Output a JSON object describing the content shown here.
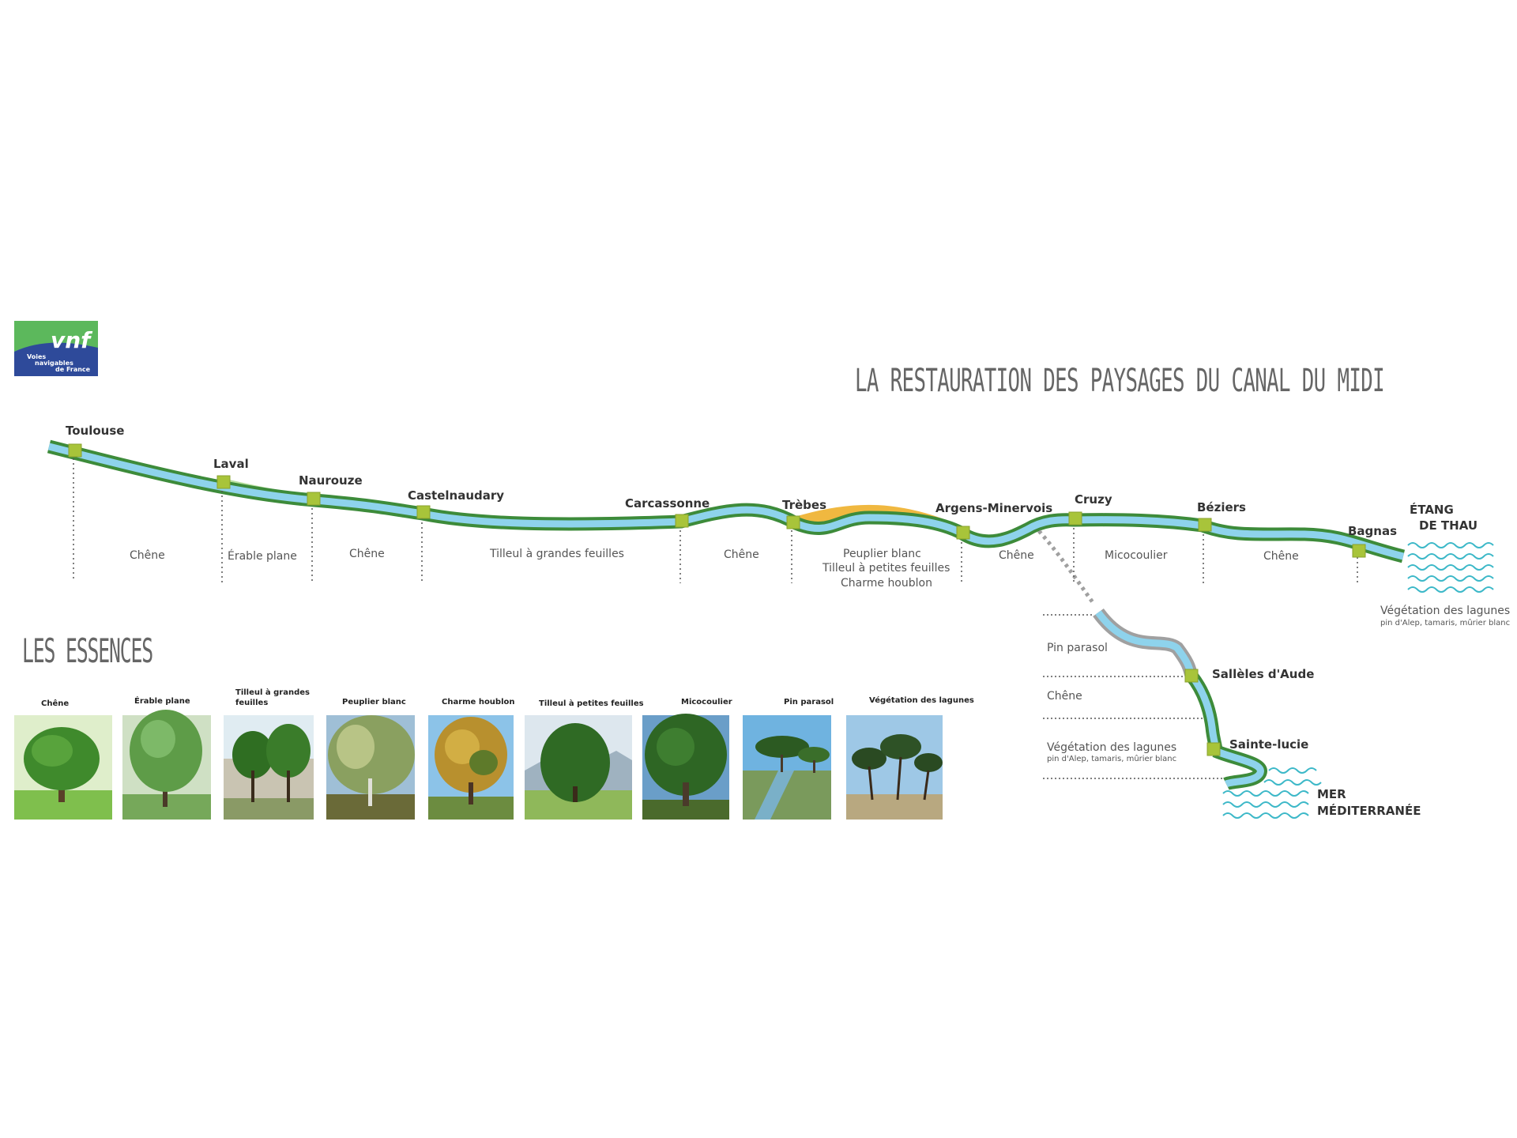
{
  "logo": {
    "mark": "vnf",
    "line1": "Voies",
    "line2": "navigables",
    "line3": "de France"
  },
  "title": "LA RESTAURATION DES PAYSAGES DU CANAL DU MIDI",
  "essences_title": "LES ESSENCES",
  "cities": {
    "toulouse": "Toulouse",
    "laval": "Laval",
    "naurouze": "Naurouze",
    "castelnaudary": "Castelnaudary",
    "carcassonne": "Carcassonne",
    "trebes": "Trèbes",
    "argens": "Argens-Minervois",
    "cruzy": "Cruzy",
    "beziers": "Béziers",
    "bagnas": "Bagnas",
    "etang_line1": "ÉTANG",
    "etang_line2": "DE THAU",
    "salleles": "Sallèles d'Aude",
    "sainte_lucie": "Sainte-lucie",
    "mer_line1": "MER",
    "mer_line2": "MÉDITERRANÉE"
  },
  "segments": {
    "s1": "Chêne",
    "s2": "Érable plane",
    "s3": "Chêne",
    "s4": "Tilleul à grandes feuilles",
    "s5": "Chêne",
    "s6a": "Peuplier blanc",
    "s6b": "Tilleul à petites feuilles",
    "s6c": "Charme houblon",
    "s7": "Chêne",
    "s8": "Micocoulier",
    "s9": "Chêne",
    "lagunes": "Végétation des lagunes",
    "lagunes_sub": "pin d'Alep, tamaris, mûrier blanc",
    "b1": "Pin parasol",
    "b2": "Chêne",
    "b3": "Végétation des lagunes",
    "b3_sub": "pin d'Alep, tamaris, mûrier blanc"
  },
  "essences": [
    {
      "label": "Chêne"
    },
    {
      "label": "Érable plane"
    },
    {
      "label_line1": "Tilleul à grandes",
      "label_line2": "feuilles"
    },
    {
      "label": "Peuplier blanc"
    },
    {
      "label": "Charme houblon"
    },
    {
      "label": "Tilleul à petites feuilles"
    },
    {
      "label": "Micocoulier"
    },
    {
      "label": "Pin parasol"
    },
    {
      "label": "Végétation des lagunes"
    }
  ],
  "colors": {
    "canal_water": "#8ed3ec",
    "bank_green": "#3d8b3a",
    "marker": "#a8c43a",
    "accent_yellow": "#f2ea55",
    "accent_orange": "#f0b840",
    "accent_peach": "#f6d6b8",
    "accent_lightgreen": "#b8e0a0",
    "sea": "#3cb8c8",
    "logo_green": "#5cb85c",
    "logo_blue": "#2e4a9a"
  }
}
